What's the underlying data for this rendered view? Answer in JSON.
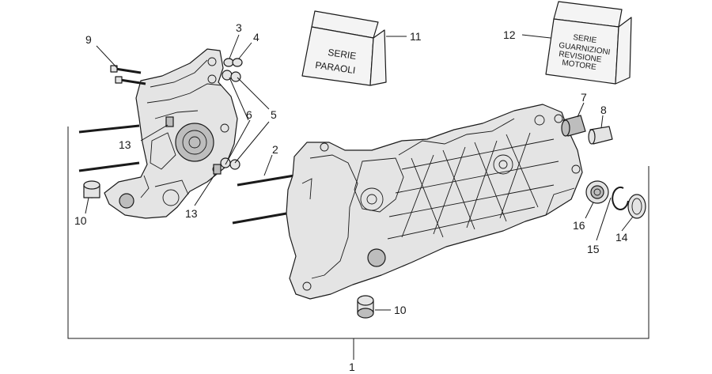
{
  "callouts": {
    "c1": "1",
    "c2": "2",
    "c3": "3",
    "c4": "4",
    "c5": "5",
    "c6": "6",
    "c7": "7",
    "c8": "8",
    "c9": "9",
    "c10a": "10",
    "c10b": "10",
    "c11": "11",
    "c12": "12",
    "c13a": "13",
    "c13b": "13",
    "c14": "14",
    "c15": "15",
    "c16": "16"
  },
  "kits": {
    "oil_seals": [
      "SERIE",
      "PARAOLI"
    ],
    "gaskets": [
      "SERIE",
      "GUARNIZIONI",
      "REVISIONE",
      "MOTORE"
    ]
  }
}
